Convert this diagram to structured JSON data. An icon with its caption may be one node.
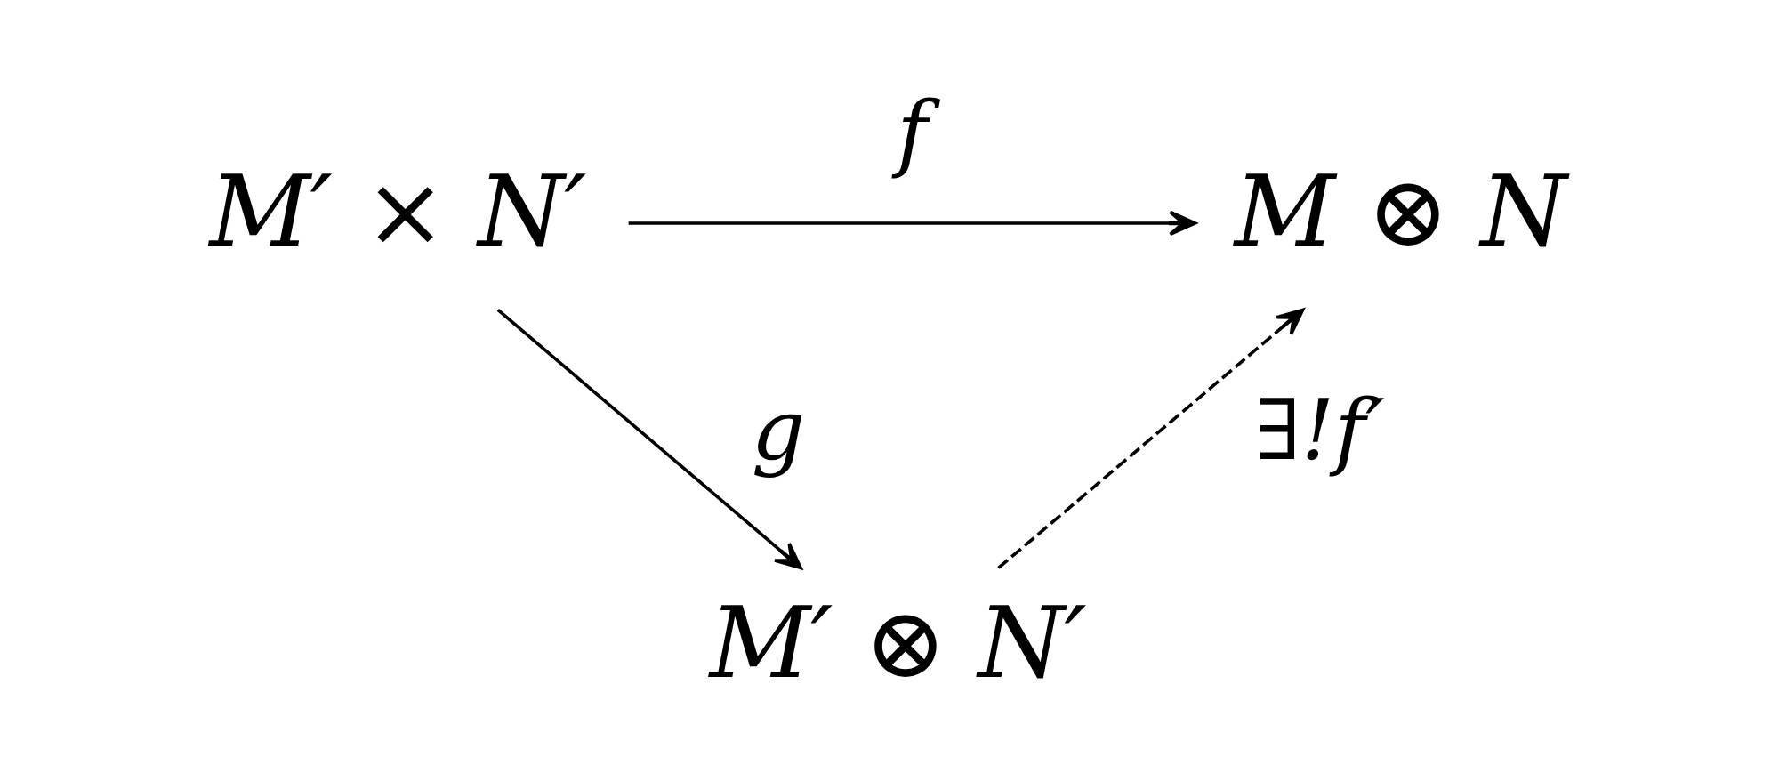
{
  "diagram": {
    "nodes": [
      {
        "text": [
          "M′ × N′"
        ]
      },
      {
        "text": [
          "M ⊗ N"
        ]
      },
      {
        "text": [
          "M′ ⊗ N′"
        ]
      }
    ],
    "edges": [
      {
        "from": 0,
        "to": 1,
        "arrow": "to",
        "label": "f"
      },
      {
        "from": 0,
        "to": 2,
        "arrow": "to",
        "label": "g"
      },
      {
        "from": 2,
        "to": 1,
        "arrow": "to",
        "label": "∃!f′",
        "style": "dashed"
      }
    ]
  }
}
